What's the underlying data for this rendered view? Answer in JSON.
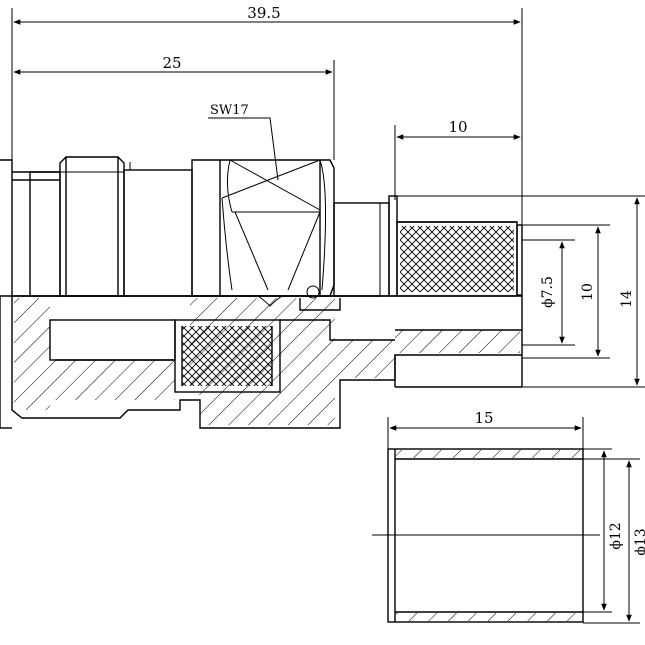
{
  "drawing": {
    "dimensions": {
      "overall_length": "39.5",
      "body_length": "25",
      "wrench_size": "SW17",
      "ferrule_length": "10",
      "inner_diameter": "ϕ7.5",
      "ferrule_height": "10",
      "outer_height": "14",
      "sleeve_length": "15",
      "sleeve_diameter": "ϕ12",
      "sleeve_outer_diameter": "ϕ13"
    },
    "colors": {
      "line": "#000000",
      "background": "#ffffff"
    }
  }
}
